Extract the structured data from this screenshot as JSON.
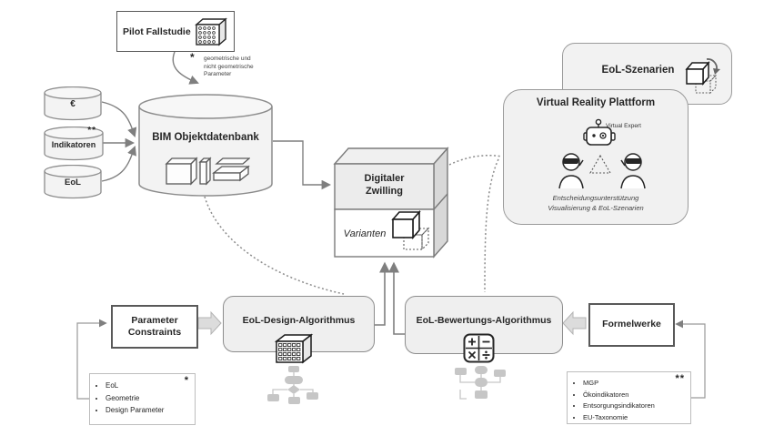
{
  "colors": {
    "background": "#ffffff",
    "box_fill": "#f0f0f0",
    "algo_fill": "#efefef",
    "border_dark": "#595959",
    "border_grey": "#8c8c8c",
    "connector_grey": "#7f7f7f",
    "icon_light_grey": "#c6c6c6",
    "text": "#262626"
  },
  "pilot": {
    "label": "Pilot Fallstudie"
  },
  "annotation": {
    "mark": "*",
    "line1": "geometrische und",
    "line2": "nicht geometrische",
    "line3": "Parameter"
  },
  "databases": {
    "euro": {
      "label": "€"
    },
    "indikatoren": {
      "label": "Indikatoren",
      "mark": "**"
    },
    "eol": {
      "label": "EoL"
    }
  },
  "bim": {
    "label": "BIM Objektdatenbank"
  },
  "digital_twin": {
    "title_line1": "Digitaler",
    "title_line2": "Zwilling",
    "variants": "Varianten"
  },
  "eol_szenarien": {
    "label": "EoL-Szenarien"
  },
  "vr_platform": {
    "title": "Virtual Reality Plattform",
    "expert": "Virtual Expert",
    "caption_line1": "Entscheidungsunterstützung",
    "caption_line2": "Visualisierung & EoL-Szenarien"
  },
  "design_algorithm": {
    "label": "EoL-Design-Algorithmus"
  },
  "evaluation_algorithm": {
    "label": "EoL-Bewertungs-Algorithmus"
  },
  "parameter_constraints": {
    "line1": "Parameter",
    "line2": "Constraints"
  },
  "formelwerke": {
    "label": "Formelwerke"
  },
  "list_left": {
    "mark": "*",
    "items": [
      "EoL",
      "Geometrie",
      "Design Parameter"
    ]
  },
  "list_right": {
    "mark": "**",
    "items": [
      "MGP",
      "Ökoindikatoren",
      "Entsorgungsindikatoren",
      "EU-Taxonomie"
    ]
  }
}
